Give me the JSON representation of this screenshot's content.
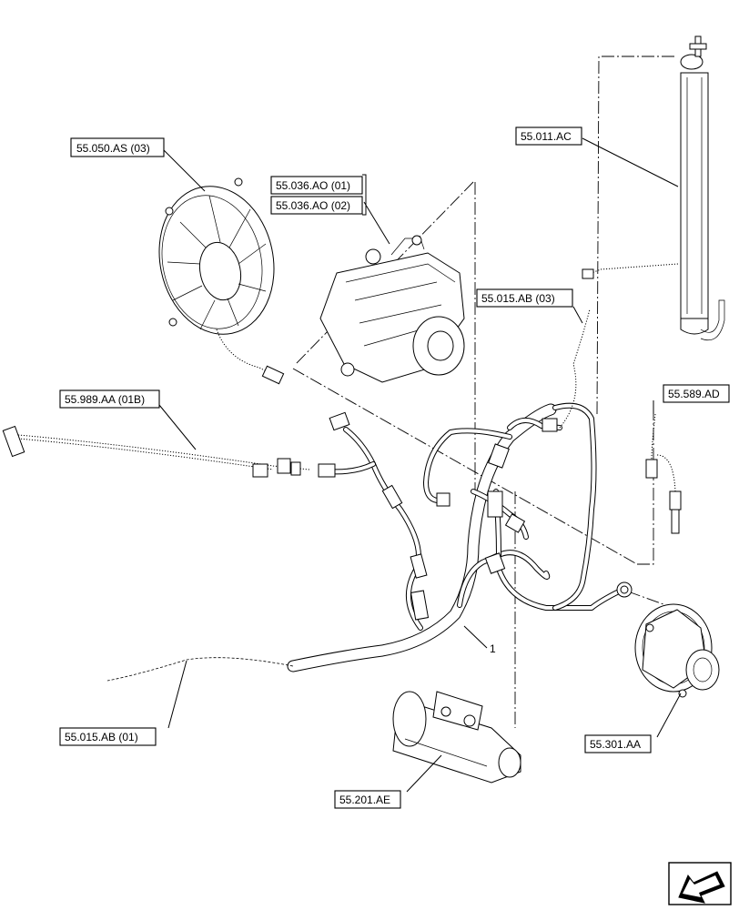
{
  "references": {
    "fan": "55.050.AS (03)",
    "pump_1": "55.036.AO (01)",
    "pump_2": "55.036.AO (02)",
    "tank_sender": "55.011.AC",
    "harness_03": "55.015.AB (03)",
    "harness_01b": "55.989.AA (01B)",
    "sensor": "55.589.AD",
    "harness_01": "55.015.AB (01)",
    "alternator": "55.301.AA",
    "starter": "55.201.AE"
  },
  "callout_item": "1",
  "nav_icon": "next-page-arrow-icon"
}
